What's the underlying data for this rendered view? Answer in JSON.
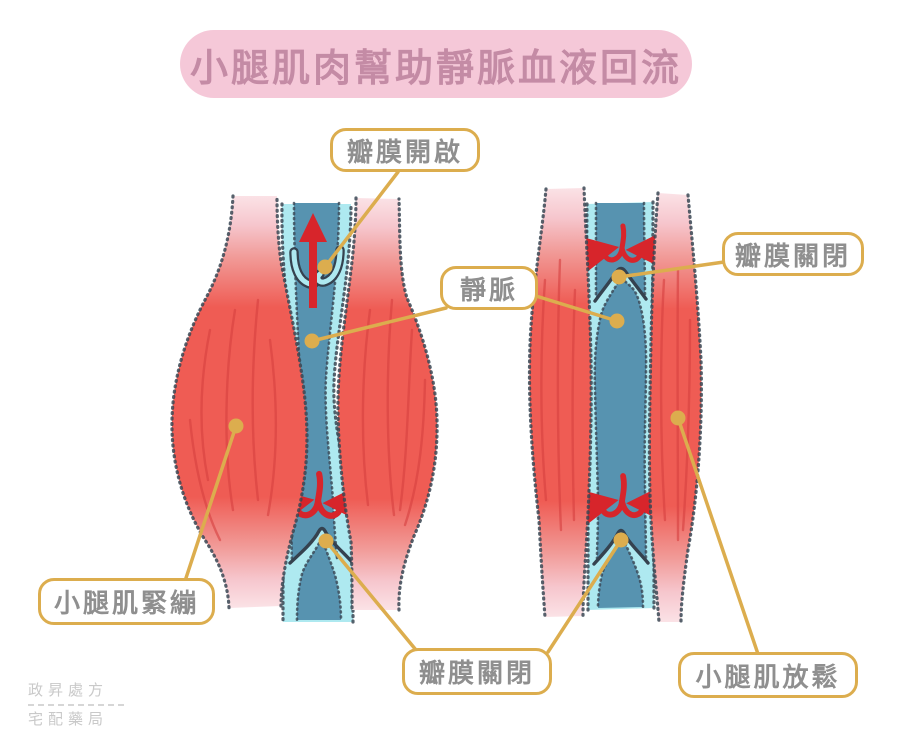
{
  "title": "小腿肌肉幫助靜脈血液回流",
  "callouts": {
    "valve_open": "瓣膜開啟",
    "vein": "靜脈",
    "valve_closed_top": "瓣膜關閉",
    "calf_tight": "小腿肌緊繃",
    "valve_closed_bottom": "瓣膜關閉",
    "calf_relaxed": "小腿肌放鬆"
  },
  "watermark": {
    "line1": "政昇處方",
    "line2": "宅配藥局"
  },
  "colors": {
    "title_bg": "#f5c8d8",
    "title_text": "#c48ba5",
    "callout_border": "#dcad4e",
    "callout_text": "#8f8f8f",
    "muscle_red": "#ef5a52",
    "tendon_pink": "#f8d7dc",
    "vein_lumen_blue": "#5793b0",
    "vein_wall_cyan": "#aee9f0",
    "flow_arrow_red": "#d7252b",
    "outline_navy": "#3a4654",
    "watermark_gray": "#c9c9c9"
  }
}
